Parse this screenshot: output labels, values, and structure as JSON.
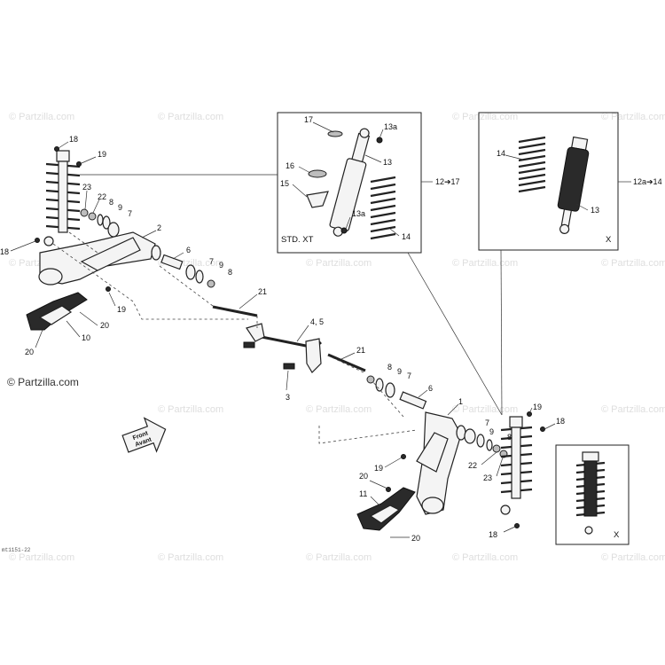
{
  "brand": "© Partzilla.com",
  "watermark": "© Partzilla.com",
  "drawing_code": "mt1151-22",
  "front_arrow": {
    "line1": "Front",
    "line2": "Avant"
  },
  "inset_std": {
    "label": "STD. XT",
    "ref": "12➔17"
  },
  "inset_x": {
    "label": "X",
    "ref": "12a➔14"
  },
  "inset_x_small": {
    "label": "X"
  },
  "callouts": {
    "c18a": "18",
    "c19a": "19",
    "c23a": "23",
    "c22a": "22",
    "c8a": "8",
    "c9a": "9",
    "c7a": "7",
    "c2": "2",
    "c18b": "18",
    "c6a": "6",
    "c7b": "7",
    "c9b": "9",
    "c8b": "8",
    "c21a": "21",
    "c19b": "19",
    "c20a": "20",
    "c10": "10",
    "c20b": "20",
    "c45": "4, 5",
    "c3": "3",
    "c21b": "21",
    "c8c": "8",
    "c9c": "9",
    "c7c": "7",
    "c6b": "6",
    "c1": "1",
    "c7d": "7",
    "c9d": "9",
    "c8d": "8",
    "c19c": "19",
    "c18c": "18",
    "c19d": "19",
    "c22b": "22",
    "c23b": "23",
    "c20c": "20",
    "c11": "11",
    "c18d": "18",
    "c20d": "20",
    "s17": "17",
    "s13a": "13a",
    "s13": "13",
    "s16": "16",
    "s15": "15",
    "s13b": "13a",
    "s14": "14",
    "x14": "14",
    "x13": "13"
  }
}
